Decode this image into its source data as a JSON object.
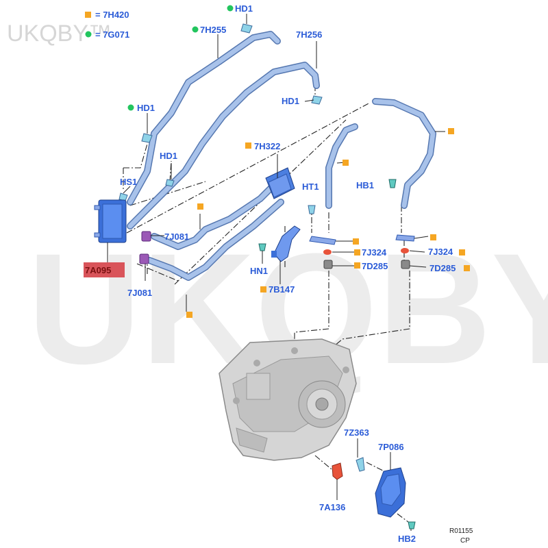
{
  "watermark": {
    "small": "UKQBY™",
    "large": "UKQBY™"
  },
  "legend": [
    {
      "marker": "orange-square",
      "text": "= 7H420"
    },
    {
      "marker": "green-dot",
      "text": "= 7G071"
    }
  ],
  "labels": {
    "hd1_top": "HD1",
    "h255": "7H255",
    "h256": "7H256",
    "hd1_left": "HD1",
    "hd1_right": "HD1",
    "hd1_mid": "HD1",
    "hs1": "HS1",
    "h322": "7H322",
    "ht1": "HT1",
    "hb1": "HB1",
    "a095": "7A095",
    "j081_a": "7J081",
    "j081_b": "7J081",
    "hn1": "HN1",
    "b147": "7B147",
    "j324_a": "7J324",
    "j324_b": "7J324",
    "d285_a": "7D285",
    "d285_b": "7D285",
    "z363": "7Z363",
    "p086": "7P086",
    "a136": "7A136",
    "hb2": "HB2"
  },
  "ref": {
    "line1": "R01155",
    "line2": "CP"
  },
  "colors": {
    "label": "#2a5bd7",
    "marker_orange": "#f5a623",
    "marker_green": "#22c55e",
    "highlight": "#d9545a"
  }
}
